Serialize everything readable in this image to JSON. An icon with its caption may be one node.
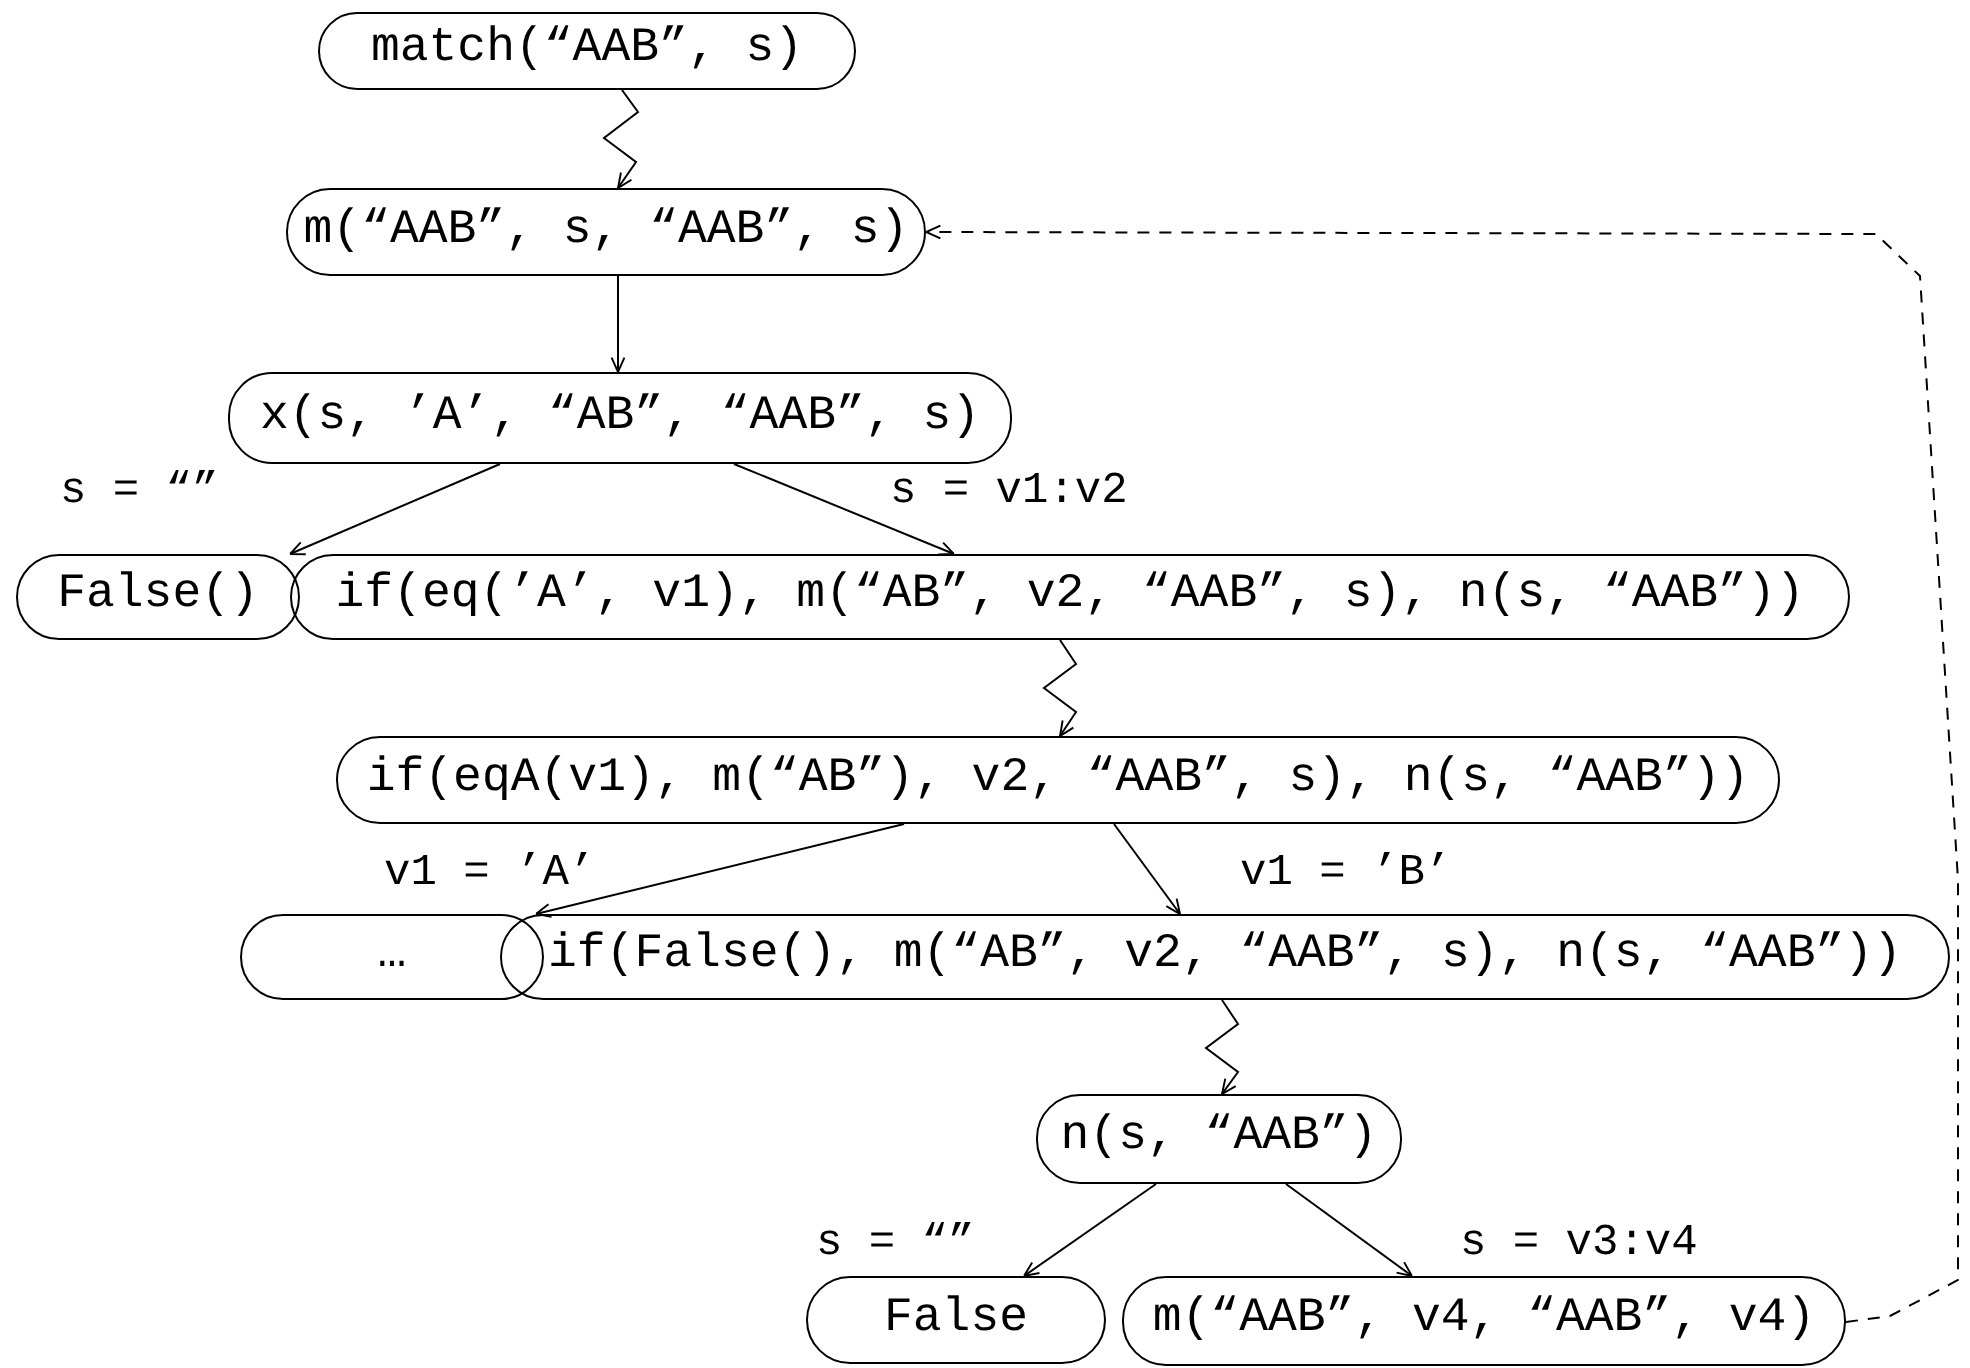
{
  "diagram": {
    "nodes": [
      {
        "text": [
          "match(“AAB”, s)"
        ]
      },
      {
        "text": [
          "m(“AAB”, s, “AAB”, s)"
        ]
      },
      {
        "text": [
          "x(s, ’A’, “AB”, “AAB”, s)"
        ]
      },
      {
        "text": [
          "False()"
        ]
      },
      {
        "text": [
          "if(eq(’A’, v1), m(“AB”, v2, “AAB”, s), n(s, “AAB”))"
        ]
      },
      {
        "text": [
          "if(eqA(v1), m(“AB”), v2, “AAB”, s), n(s, “AAB”))"
        ]
      },
      {
        "text": [
          "…"
        ]
      },
      {
        "text": [
          "if(False(), m(“AB”, v2, “AAB”, s), n(s, “AAB”))"
        ]
      },
      {
        "text": [
          "n(s, “AAB”)"
        ]
      },
      {
        "text": [
          "False"
        ]
      },
      {
        "text": [
          "m(“AAB”, v4, “AAB”, v4)"
        ]
      }
    ],
    "edges": [
      {
        "from": 0,
        "to": 1,
        "arrow": "to"
      },
      {
        "from": 1,
        "to": 2,
        "arrow": "to"
      },
      {
        "from": 2,
        "to": 3,
        "arrow": "to",
        "label": "s = “”"
      },
      {
        "from": 2,
        "to": 4,
        "arrow": "to",
        "label": "s = v1:v2"
      },
      {
        "from": 4,
        "to": 5,
        "arrow": "to"
      },
      {
        "from": 5,
        "to": 6,
        "arrow": "to",
        "label": "v1 = ’A’"
      },
      {
        "from": 5,
        "to": 7,
        "arrow": "to",
        "label": "v1 = ’B’"
      },
      {
        "from": 7,
        "to": 8,
        "arrow": "to"
      },
      {
        "from": 8,
        "to": 9,
        "arrow": "to",
        "label": "s = “”"
      },
      {
        "from": 8,
        "to": 10,
        "arrow": "to",
        "label": "s = v3:v4"
      },
      {
        "from": 10,
        "to": 1,
        "arrow": "to",
        "style": "dashed"
      }
    ]
  }
}
